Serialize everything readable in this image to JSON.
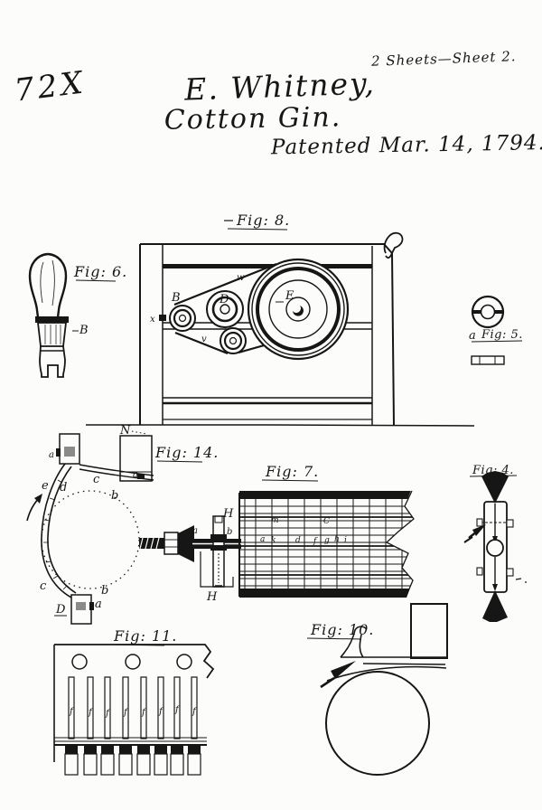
{
  "page": {
    "paper_color": "#fcfcfa",
    "ink_color": "#161616"
  },
  "header": {
    "plate_number": "72X",
    "sheet_note": "2 Sheets—Sheet 2.",
    "inventor": "E. Whitney,",
    "invention": "Cotton Gin.",
    "patent_line": "Patented Mar. 14, 1794."
  },
  "figures": {
    "fig8": {
      "caption": "Fig: 8.",
      "wheel": "E",
      "pulley_b": "B",
      "pulley_d": "D",
      "belt_w": "w",
      "belt_v": "v",
      "axle_x": "x"
    },
    "fig6": {
      "caption": "Fig: 6.",
      "handle_b": "B"
    },
    "fig5": {
      "caption": "Fig: 5.",
      "part_a": "a"
    },
    "fig14": {
      "caption": "Fig: 14.",
      "n": "N",
      "a_top": "a",
      "a_inner": "a",
      "e": "e",
      "d": "d",
      "c": "c",
      "b": "b",
      "c_low": "c",
      "b_low": "b",
      "block_d": "D",
      "a_right": "a"
    },
    "fig7": {
      "caption": "Fig: 7.",
      "h_top": "H",
      "h_bottom": "H",
      "a": "a",
      "b": "b",
      "c": "c",
      "m": "m",
      "c_up": "C",
      "row": [
        "a",
        "k",
        "d",
        "f",
        "g",
        "h",
        "i"
      ]
    },
    "fig4": {
      "caption": "Fig: 4."
    },
    "fig11": {
      "caption": "Fig: 11.",
      "marks": [
        "f",
        "f",
        "f",
        "f",
        "f",
        "f",
        "f",
        "f"
      ]
    },
    "fig10": {
      "caption": "Fig: 10."
    }
  }
}
